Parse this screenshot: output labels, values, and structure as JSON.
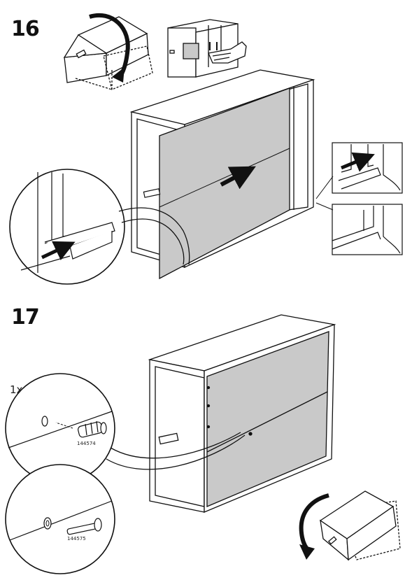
{
  "steps": [
    {
      "number": "16"
    },
    {
      "number": "17",
      "quantity": "1x",
      "parts": [
        {
          "id": "144574"
        },
        {
          "id": "144575"
        }
      ]
    }
  ]
}
